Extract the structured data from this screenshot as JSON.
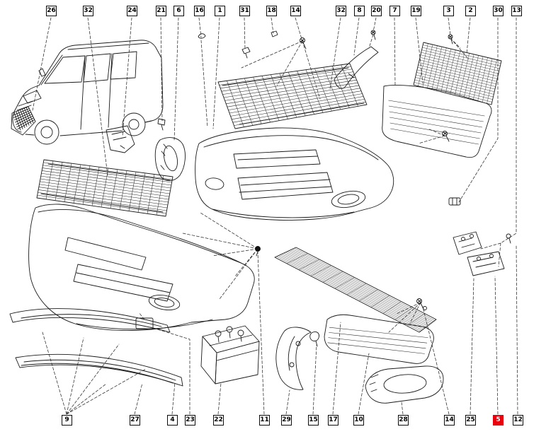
{
  "diagram": {
    "kind": "exploded-parts-diagram",
    "subject": "front-bumper-assembly"
  },
  "callouts": {
    "top": [
      {
        "label": "26"
      },
      {
        "label": "32"
      },
      {
        "label": "24"
      },
      {
        "label": "21"
      },
      {
        "label": "6"
      },
      {
        "label": "16"
      },
      {
        "label": "1"
      },
      {
        "label": "31"
      },
      {
        "label": "18"
      },
      {
        "label": "14"
      },
      {
        "label": "32"
      },
      {
        "label": "8"
      },
      {
        "label": "20"
      },
      {
        "label": "7"
      },
      {
        "label": "19"
      },
      {
        "label": "3"
      },
      {
        "label": "2"
      },
      {
        "label": "30"
      },
      {
        "label": "13"
      }
    ],
    "bottom": [
      {
        "label": "9"
      },
      {
        "label": "27"
      },
      {
        "label": "4"
      },
      {
        "label": "23"
      },
      {
        "label": "22"
      },
      {
        "label": "11"
      },
      {
        "label": "29"
      },
      {
        "label": "15"
      },
      {
        "label": "17"
      },
      {
        "label": "10"
      },
      {
        "label": "28"
      },
      {
        "label": "14"
      },
      {
        "label": "25"
      },
      {
        "label": "5",
        "highlight": true
      },
      {
        "label": "12"
      }
    ]
  },
  "colors": {
    "line": "#1a1a1a",
    "highlight": "#e8000d",
    "background": "#ffffff",
    "box_border": "#0a0a0a"
  }
}
